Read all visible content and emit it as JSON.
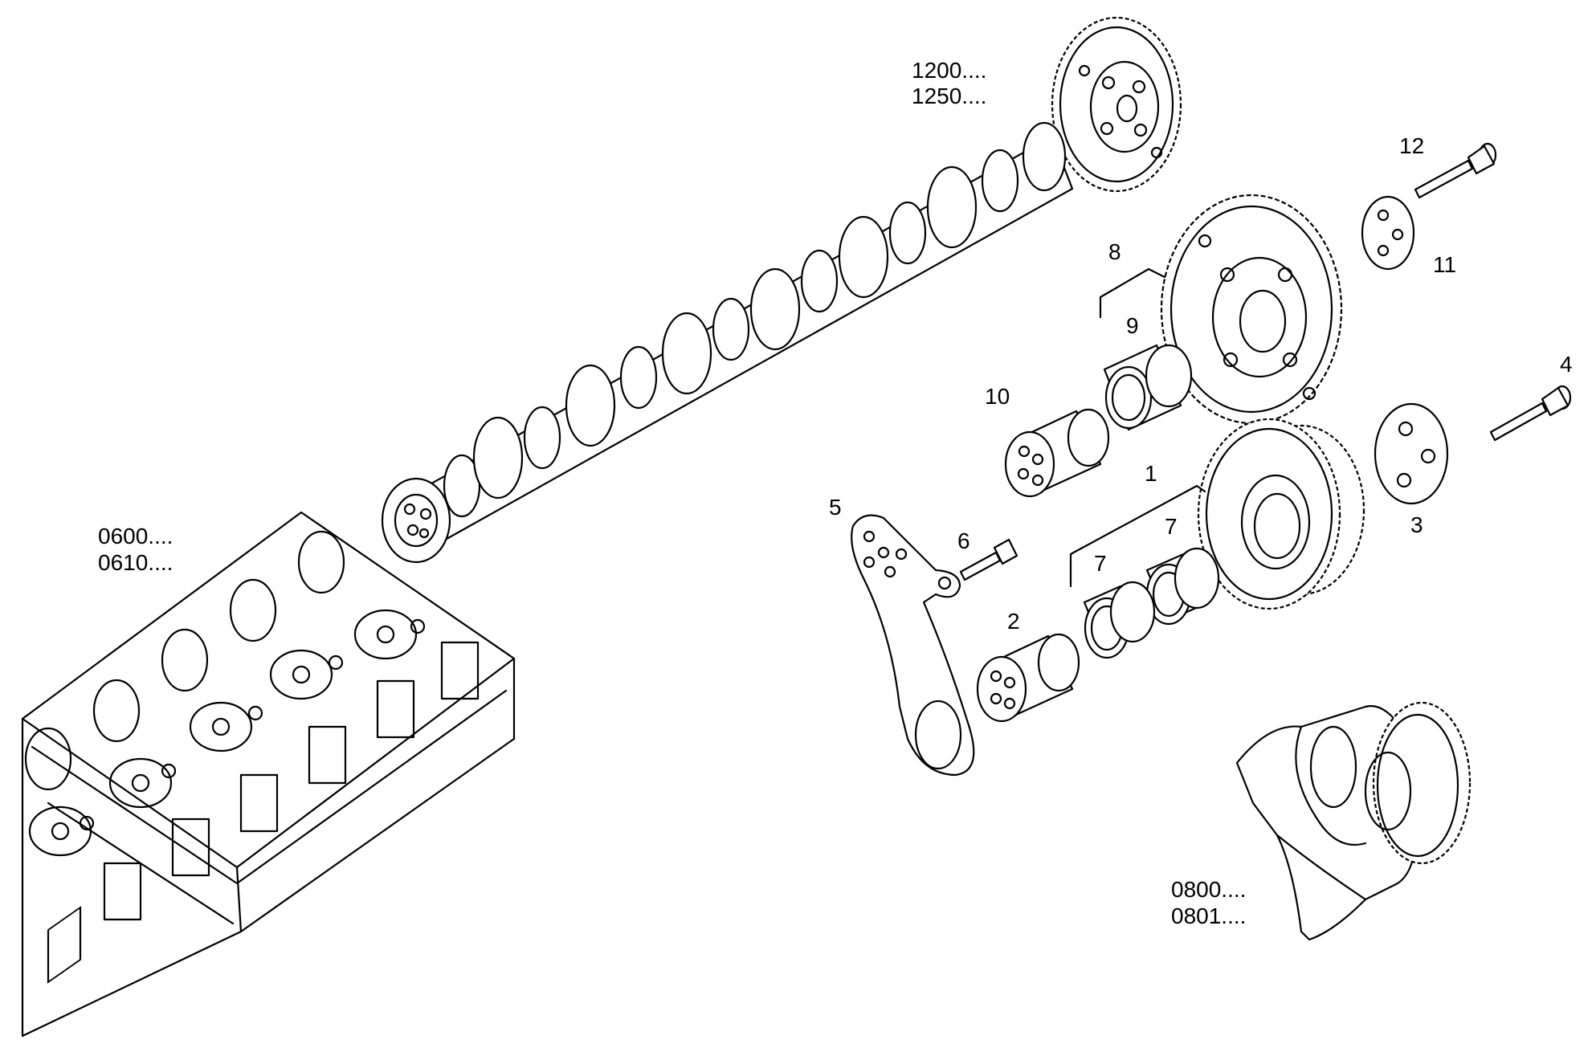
{
  "callouts": {
    "c1200": "1200....",
    "c1250": "1250....",
    "c0600": "0600....",
    "c0610": "0610....",
    "c0800": "0800....",
    "c0801": "0801....",
    "n1": "1",
    "n2": "2",
    "n3": "3",
    "n4": "4",
    "n5": "5",
    "n6": "6",
    "n7a": "7",
    "n7b": "7",
    "n8": "8",
    "n9": "9",
    "n10": "10",
    "n11": "11",
    "n12": "12"
  }
}
